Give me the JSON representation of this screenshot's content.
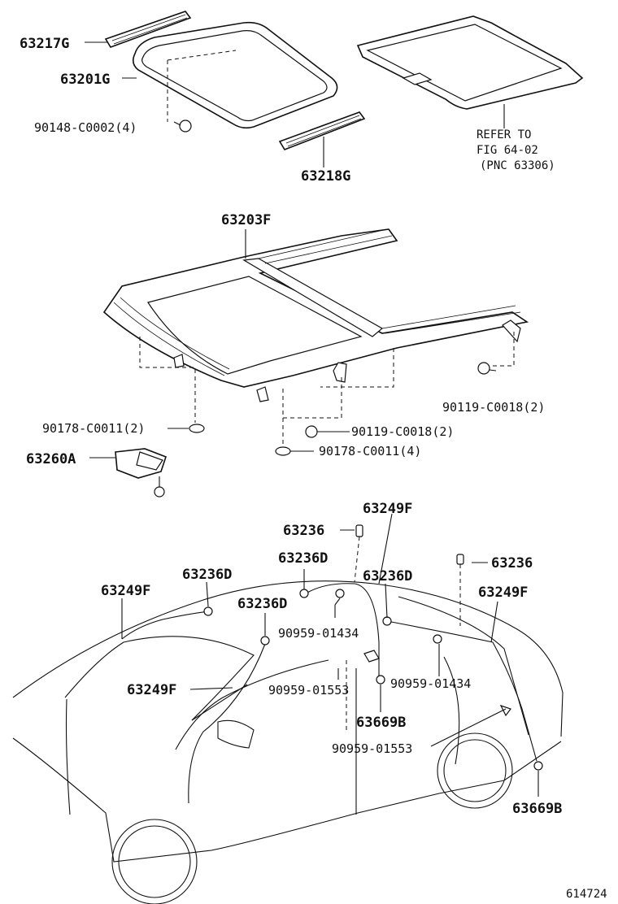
{
  "labels": {
    "p63217G": "63217G",
    "p63201G": "63201G",
    "p90148": "90148-C0002(4)",
    "p63218G": "63218G",
    "refer1": "REFER TO",
    "refer2": "FIG 64-02",
    "refer3": "(PNC 63306)",
    "p63203F": "63203F",
    "p90119_a": "90119-C0018(2)",
    "p90178_a": "90178-C0011(2)",
    "p90119_b": "90119-C0018(2)",
    "p90178_b": "90178-C0011(4)",
    "p63260A": "63260A",
    "p63249F_top": "63249F",
    "p63236_a": "63236",
    "p63236D_a": "63236D",
    "p63236D_b": "63236D",
    "p63236_b": "63236",
    "p63236D_c": "63236D",
    "p63249F_left": "63249F",
    "p63249F_right": "63249F",
    "p63236D_d": "63236D",
    "p90959_01434_a": "90959-01434",
    "p63249F_mid": "63249F",
    "p90959_01553_a": "90959-01553",
    "p90959_01434_b": "90959-01434",
    "p63669B_a": "63669B",
    "p90959_01553_b": "90959-01553",
    "p63669B_b": "63669B",
    "figno": "614724"
  },
  "icons": [
    "weatherstrip-front-icon",
    "glass-panel-icon",
    "sunshade-icon",
    "weatherstrip-rear-icon",
    "sunroof-housing-icon",
    "sunroof-motor-icon",
    "drain-hose-icon",
    "car-body-outline-icon",
    "bolt-icon",
    "nut-icon",
    "clip-icon"
  ],
  "colors": {
    "line": "#111111",
    "background": "#ffffff"
  }
}
